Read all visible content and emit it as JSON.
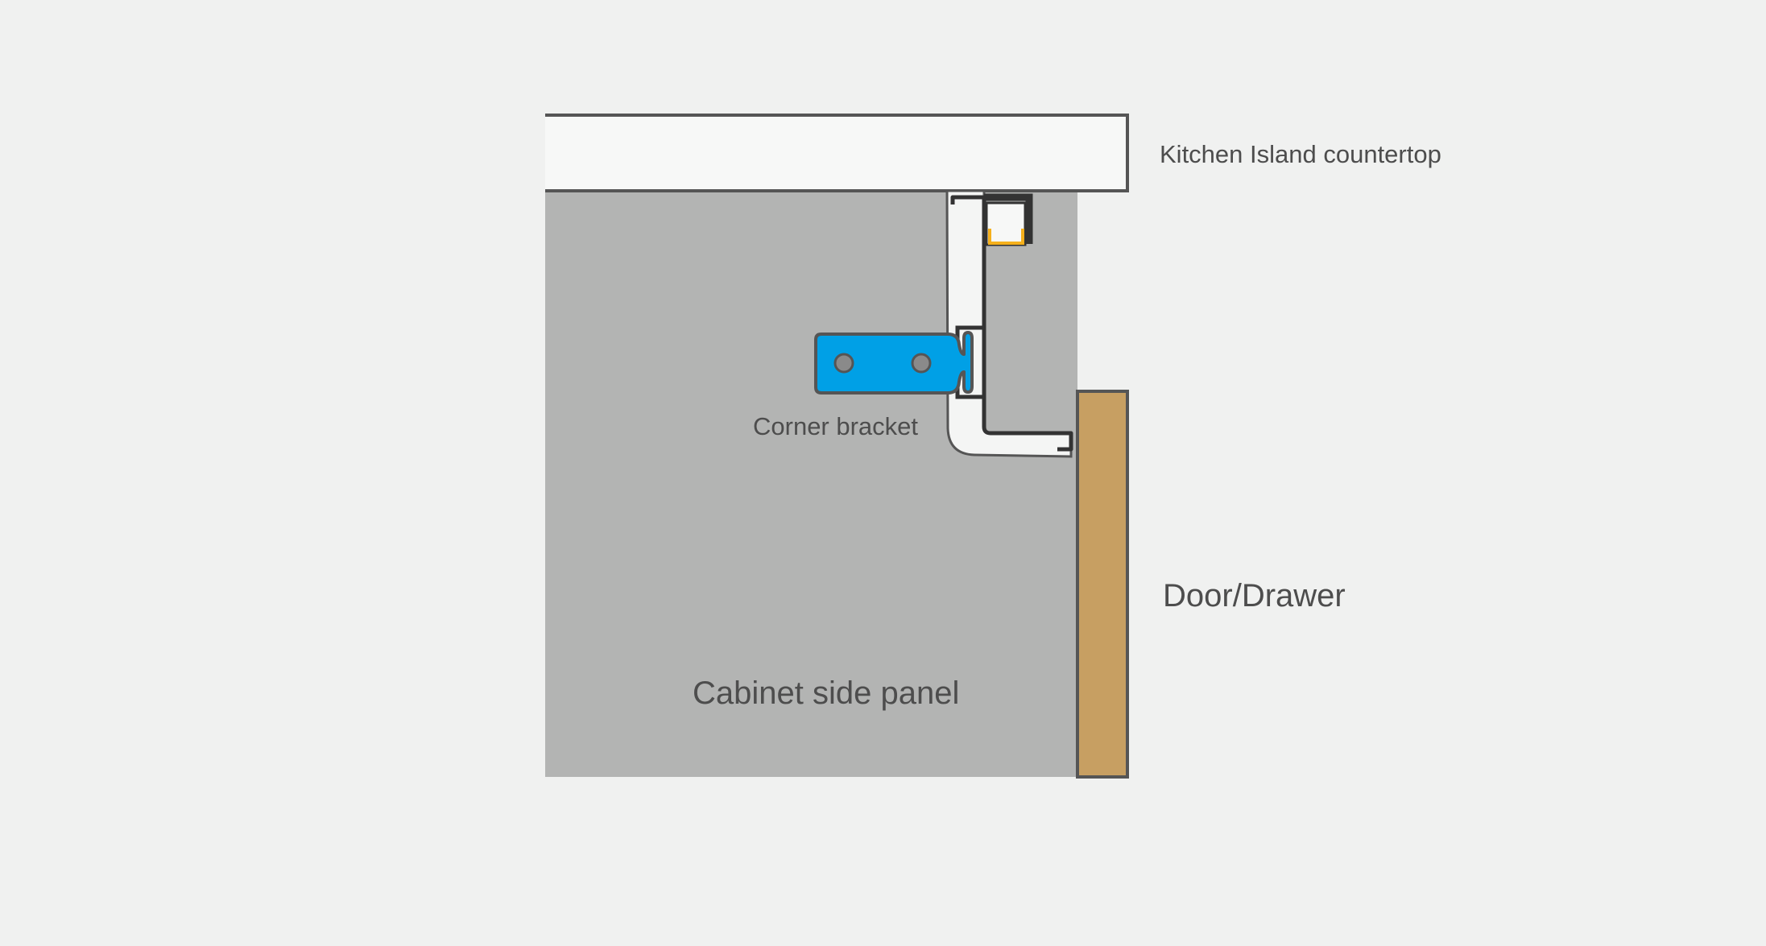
{
  "diagram": {
    "labels": {
      "countertop": "Kitchen Island countertop",
      "door": "Door/Drawer",
      "panel": "Cabinet side panel",
      "bracket": "Corner bracket"
    },
    "colors": {
      "background": "#f0f1f0",
      "countertop_fill": "#f7f8f7",
      "panel_fill": "#b3b4b3",
      "door_fill": "#c79f62",
      "bracket_fill": "#00a0e6",
      "outline": "#555555",
      "profile": "#333333",
      "led_strip": "#f5b01c",
      "screw_fill": "#8a8a8a"
    }
  }
}
